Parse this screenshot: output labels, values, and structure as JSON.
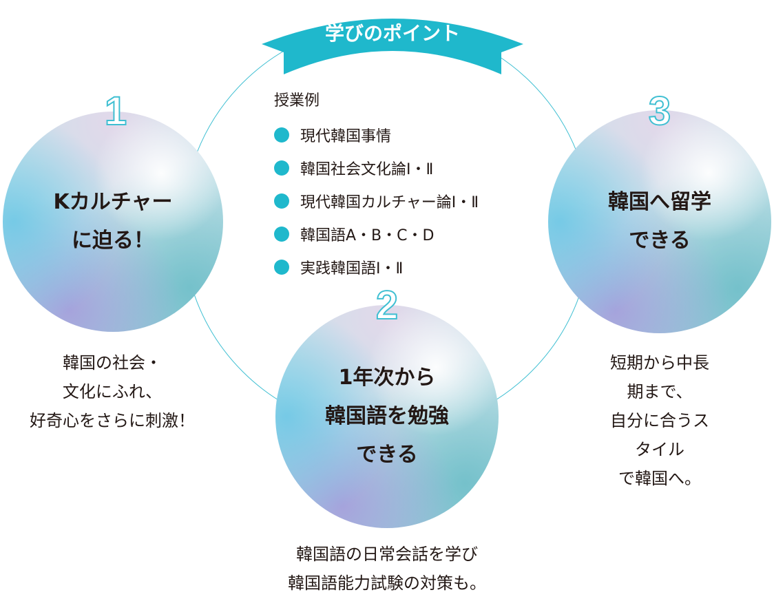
{
  "banner": {
    "title": "学びのポイント",
    "color": "#1fb8cc"
  },
  "examples": {
    "heading": "授業例",
    "items": [
      "現代韓国事情",
      "韓国社会文化論Ⅰ・Ⅱ",
      "現代韓国カルチャー論Ⅰ・Ⅱ",
      "韓国語A・B・C・D",
      "実践韓国語Ⅰ・Ⅱ"
    ]
  },
  "points": [
    {
      "number": "1",
      "title": "Kカルチャー\nに迫る！",
      "caption": "韓国の社会・\n文化にふれ、\n好奇心をさらに刺激！"
    },
    {
      "number": "2",
      "title": "1年次から\n韓国語を勉強\nできる",
      "caption": "韓国語の日常会話を学び\n韓国語能力試験の対策も。"
    },
    {
      "number": "3",
      "title": "韓国へ留学\nできる",
      "caption": "短期から中長期まで、\n自分に合うスタイル\nで韓国へ。"
    }
  ]
}
